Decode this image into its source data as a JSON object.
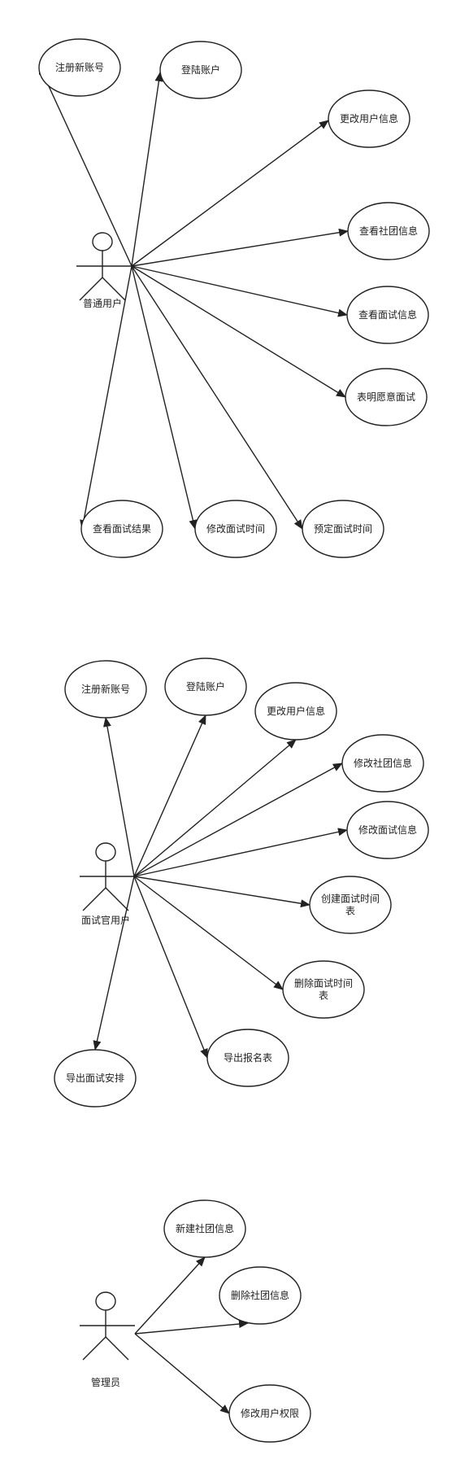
{
  "diagrams": [
    {
      "actor": "普通用户",
      "use_cases": [
        "注册新账号",
        "登陆账户",
        "更改用户信息",
        "查看社团信息",
        "查看面试信息",
        "表明愿意面试",
        "查看面试结果",
        "修改面试时间",
        "预定面试时间"
      ]
    },
    {
      "actor": "面试官用户",
      "use_cases": [
        "注册新账号",
        "登陆账户",
        "更改用户信息",
        "修改社团信息",
        "修改面试信息",
        "创建面试时间表",
        "删除面试时间表",
        "导出报名表",
        "导出面试安排"
      ]
    },
    {
      "actor": "管理员",
      "use_cases": [
        "新建社团信息",
        "删除社团信息",
        "修改用户权限"
      ]
    }
  ]
}
